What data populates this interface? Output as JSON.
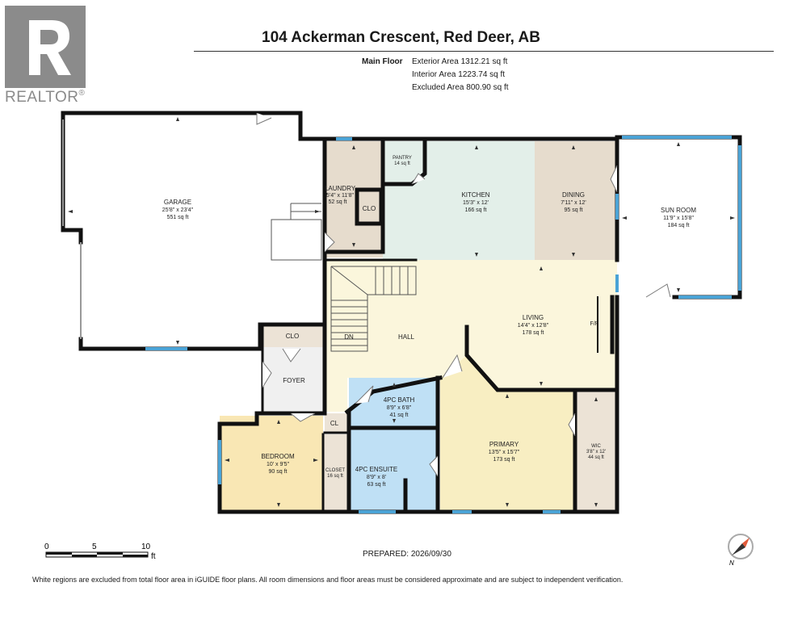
{
  "header": {
    "title": "104 Ackerman Crescent, Red Deer, AB",
    "floor_label": "Main Floor",
    "exterior_area": "Exterior Area 1312.21 sq ft",
    "interior_area": "Interior Area 1223.74 sq ft",
    "excluded_area": "Excluded Area 800.90 sq ft"
  },
  "logo": {
    "brand": "REALTOR",
    "mark": "®"
  },
  "rooms": {
    "garage": {
      "name": "GARAGE",
      "dims": "25'8\" x 23'4\"",
      "area": "551 sq ft"
    },
    "laundry": {
      "name": "LAUNDRY",
      "dims": "5'4\" x 11'8\"",
      "area": "52 sq ft"
    },
    "pantry": {
      "name": "PANTRY",
      "area": "14 sq ft"
    },
    "kitchen": {
      "name": "KITCHEN",
      "dims": "15'3\" x 12'",
      "area": "166 sq ft"
    },
    "dining": {
      "name": "DINING",
      "dims": "7'11\" x 12'",
      "area": "95 sq ft"
    },
    "sunroom": {
      "name": "SUN ROOM",
      "dims": "11'9\" x 15'8\"",
      "area": "184 sq ft"
    },
    "living": {
      "name": "LIVING",
      "dims": "14'4\" x 12'8\"",
      "area": "178 sq ft"
    },
    "bath": {
      "name": "4PC BATH",
      "dims": "8'9\" x 6'8\"",
      "area": "41 sq ft"
    },
    "ensuite": {
      "name": "4PC ENSUITE",
      "dims": "8'9\" x 8'",
      "area": "63 sq ft"
    },
    "primary": {
      "name": "PRIMARY",
      "dims": "13'5\" x 15'7\"",
      "area": "173 sq ft"
    },
    "wic": {
      "name": "WIC",
      "dims": "3'8\" x 12'",
      "area": "44 sq ft"
    },
    "bedroom": {
      "name": "BEDROOM",
      "dims": "10' x 9'5\"",
      "area": "90 sq ft"
    },
    "closet": {
      "name": "CLOSET",
      "area": "16 sq ft"
    }
  },
  "labels": {
    "clo_laundry": "CLO",
    "clo_foyer": "CLO",
    "cl": "CL",
    "foyer": "FOYER",
    "hall": "HALL",
    "dn": "DN",
    "fp": "F/P"
  },
  "scale": {
    "t0": "0",
    "t5": "5",
    "t10": "10",
    "unit": "ft"
  },
  "compass": {
    "dir": "N"
  },
  "footer": {
    "prepared": "PREPARED: 2026/09/30",
    "disclaimer": "White regions are excluded from total floor area in iGUIDE floor plans. All room dimensions and floor areas must be considered approximate and are subject to independent verification."
  },
  "colors": {
    "wall": "#111111",
    "window": "#4aa3d6",
    "kitchen": "#e3efe9",
    "dining": "#e6dccd",
    "hall": "#fbf6dc",
    "primary": "#f8eec2",
    "bedroom": "#f9e7b4",
    "bath": "#bfe0f5",
    "laundry": "#e6dccd",
    "closet": "#ece3d6",
    "foyer": "#f0f0f0"
  }
}
